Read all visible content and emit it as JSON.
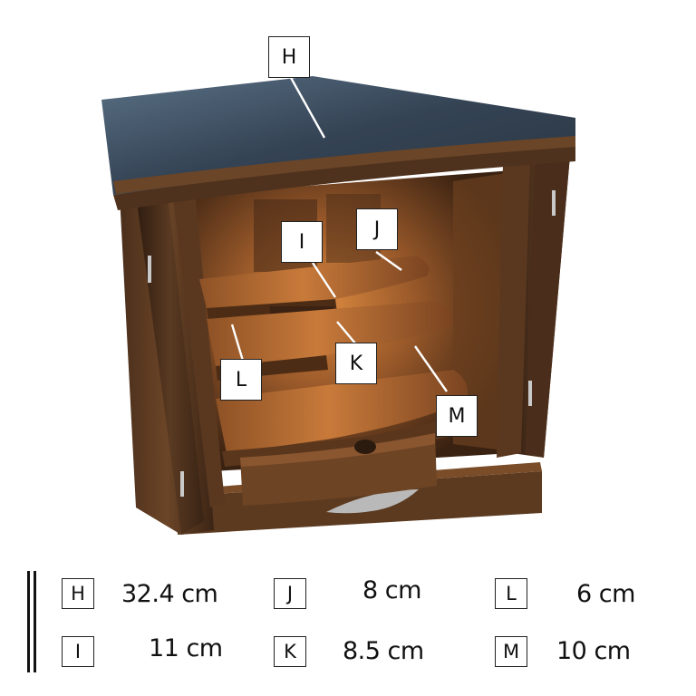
{
  "callouts": {
    "H": "H",
    "I": "I",
    "J": "J",
    "K": "K",
    "L": "L",
    "M": "M"
  },
  "legend": [
    {
      "key": "H",
      "value": "32.4 cm"
    },
    {
      "key": "J",
      "value": "8 cm"
    },
    {
      "key": "L",
      "value": "6 cm"
    },
    {
      "key": "I",
      "value": "11 cm"
    },
    {
      "key": "K",
      "value": "8.5 cm"
    },
    {
      "key": "M",
      "value": "10 cm"
    }
  ],
  "colors": {
    "wood_dark": "#3e2616",
    "wood_mid": "#6b4527",
    "wood_light": "#a8652f",
    "top_gloss": "#43576c"
  }
}
